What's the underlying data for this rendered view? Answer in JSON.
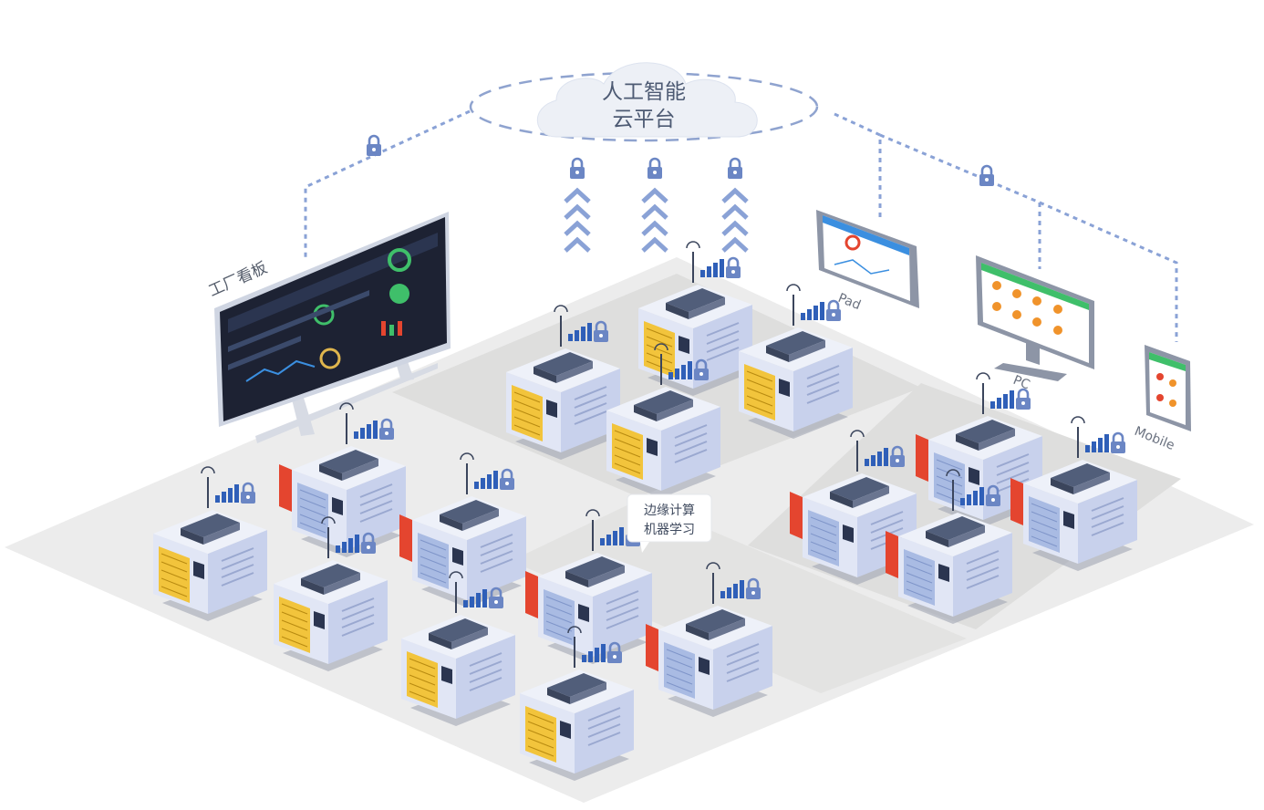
{
  "cloud": {
    "line1": "人工智能",
    "line2": "云平台"
  },
  "dashboard": {
    "label": "工厂看板"
  },
  "edge": {
    "line1": "边缘计算",
    "line2": "机器学习"
  },
  "devices": {
    "pad": "Pad",
    "pc": "PC",
    "mobile": "Mobile"
  },
  "colors": {
    "floor": "#ececec",
    "zone": "#dededd",
    "link": "#8fa3cf",
    "arrow": "#8aa2d6",
    "lock": "#6b86c4",
    "machine_body": "#e1e6f5",
    "machine_side": "#c8d1ec",
    "machine_top": "#515e7a",
    "panel_yellow": "#f2c43c",
    "panel_blue": "#a9bbe3",
    "door_red": "#e4452f",
    "signal": "#2f5fb8",
    "screen_bg": "#1d2233"
  },
  "machines": [
    {
      "kind": "yellow",
      "red": false
    },
    {
      "kind": "yellow",
      "red": false
    },
    {
      "kind": "yellow",
      "red": false
    },
    {
      "kind": "yellow",
      "red": false
    },
    {
      "kind": "blue",
      "red": true
    },
    {
      "kind": "blue",
      "red": true
    },
    {
      "kind": "blue",
      "red": true
    },
    {
      "kind": "blue",
      "red": true
    },
    {
      "kind": "yellow",
      "red": false
    },
    {
      "kind": "yellow",
      "red": false
    },
    {
      "kind": "yellow",
      "red": false
    },
    {
      "kind": "yellow",
      "red": false
    },
    {
      "kind": "blue",
      "red": true
    },
    {
      "kind": "blue",
      "red": true
    },
    {
      "kind": "blue",
      "red": true
    },
    {
      "kind": "blue",
      "red": true
    },
    {
      "kind": "blue",
      "red": true
    }
  ]
}
